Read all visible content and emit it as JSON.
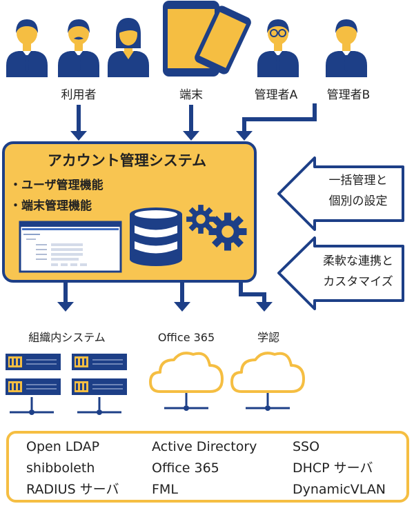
{
  "users": {
    "label": "利用者"
  },
  "devices": {
    "label": "端末"
  },
  "admin_a": {
    "label": "管理者A"
  },
  "admin_b": {
    "label": "管理者B"
  },
  "system_box": {
    "title": "アカウント管理システム",
    "features": [
      "・ユーザ管理機能",
      "・端末管理機能"
    ]
  },
  "callouts": {
    "top": {
      "line1": "一括管理と",
      "line2": "個別の設定"
    },
    "bottom": {
      "line1": "柔軟な連携と",
      "line2": "カスタマイズ"
    }
  },
  "targets": {
    "internal": "組織内システム",
    "office": "Office 365",
    "academic": "学認"
  },
  "integrations": {
    "col1": [
      "Open LDAP",
      "shibboleth",
      "RADIUS サーバ"
    ],
    "col2": [
      "Active Directory",
      "Office 365",
      "FML"
    ],
    "col3": [
      "SSO",
      "DHCP サーバ",
      "DynamicVLAN"
    ]
  },
  "colors": {
    "navy": "#1d3f87",
    "yellow": "#f5be42",
    "box_fill": "#f8c551",
    "light_blue": "#d4dbe9"
  }
}
